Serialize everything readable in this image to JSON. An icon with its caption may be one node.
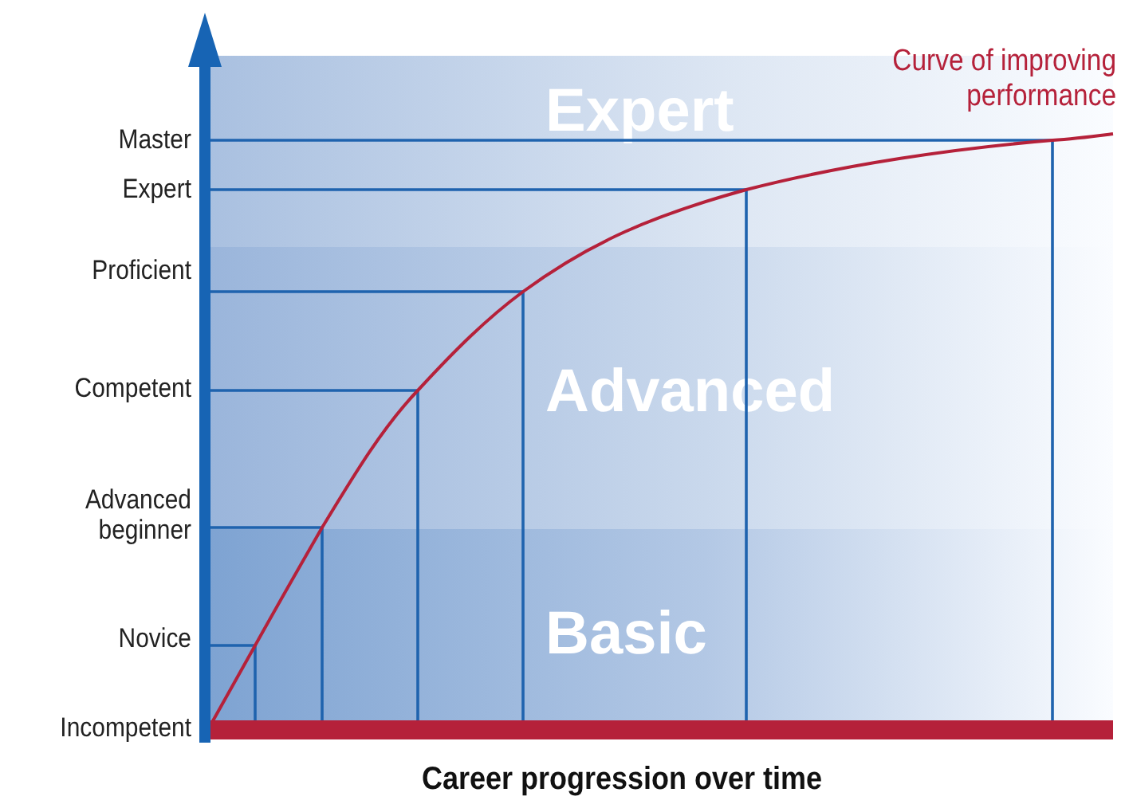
{
  "diagram": {
    "nodes": [
      {
        "text": [
          "Expert"
        ]
      },
      {
        "text": [
          "Advanced"
        ]
      },
      {
        "text": [
          "Basic"
        ]
      }
    ],
    "labels": [
      "Curve of improving performance",
      "Master",
      "Expert",
      "Proficient",
      "Competent",
      "Advanced beginner",
      "Novice",
      "Incompetent",
      "Career progression over time"
    ]
  }
}
